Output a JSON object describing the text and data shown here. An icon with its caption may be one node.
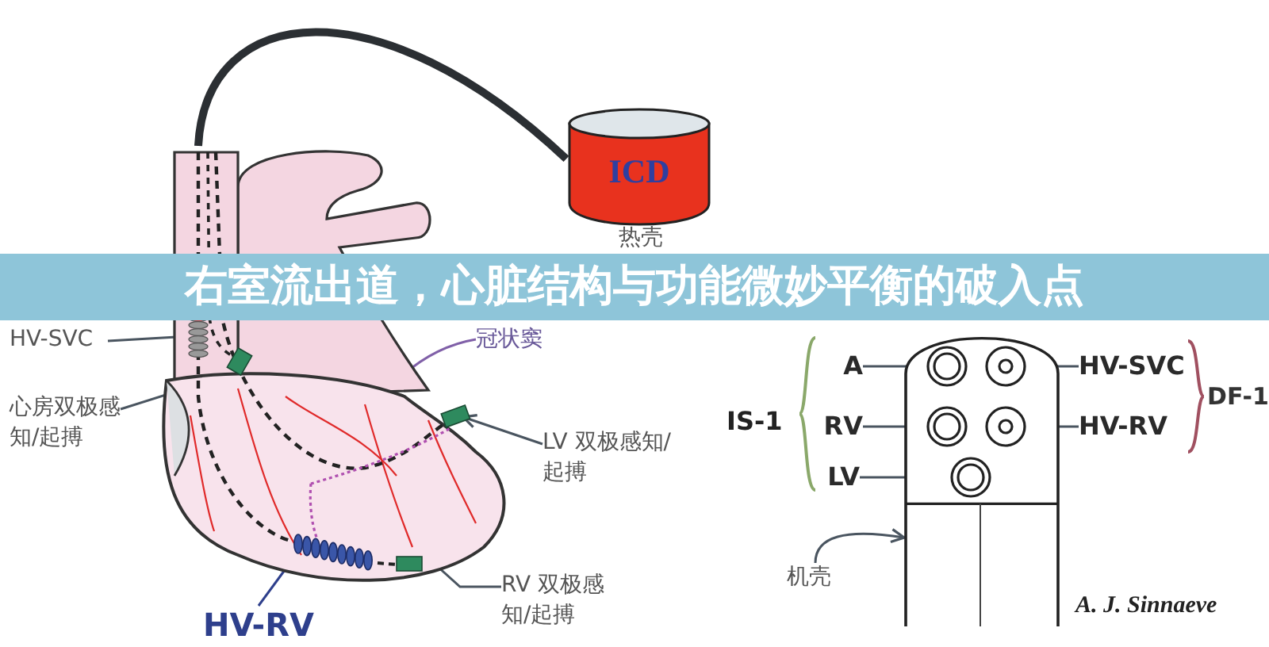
{
  "diagram": {
    "title": "右室流出道，心脏结构与功能微妙平衡的破入点",
    "nodes": [
      {
        "text": [
          "ICD"
        ],
        "beside": [
          "热壳"
        ]
      },
      {
        "text": [],
        "shape": "picture"
      },
      {
        "text": [
          "HV-SVC"
        ]
      },
      {
        "text": [
          "冠状窦"
        ]
      },
      {
        "text": [
          "心房双极感知/起搏"
        ]
      },
      {
        "text": [
          "LV 双极感知/起搏"
        ]
      },
      {
        "text": [
          "RV 双极感知/起搏"
        ]
      },
      {
        "text": [
          "HV-RV"
        ]
      },
      {
        "text": [],
        "shape": "box"
      },
      {
        "text": [],
        "shape": "circle",
        "in": 8
      },
      {
        "text": [],
        "shape": "circle",
        "in": 8
      },
      {
        "text": [],
        "shape": "circle",
        "in": 8
      },
      {
        "text": [],
        "shape": "circle",
        "in": 8
      },
      {
        "text": [],
        "shape": "circle",
        "in": 8
      },
      {
        "text": [
          "A"
        ]
      },
      {
        "text": [
          "HV-SVC"
        ]
      },
      {
        "text": [
          "RV"
        ]
      },
      {
        "text": [
          "HV-RV"
        ]
      },
      {
        "text": [
          "LV"
        ]
      },
      {
        "text": [
          "机壳"
        ]
      }
    ],
    "edges": [
      {
        "from": 0,
        "to": 1,
        "arrow": "none",
        "style": "thick"
      },
      {
        "from": 2,
        "to": 1,
        "arrow": "none"
      },
      {
        "from": 3,
        "to": 1,
        "arrow": "to",
        "color": "#8060a8"
      },
      {
        "from": 4,
        "to": 1,
        "arrow": "none"
      },
      {
        "from": 5,
        "to": 1,
        "arrow": "to"
      },
      {
        "from": 6,
        "to": 1,
        "arrow": "to"
      },
      {
        "from": 7,
        "to": 1,
        "arrow": "to",
        "color": "#2e3f8c"
      },
      {
        "from": 14,
        "to": 9,
        "arrow": "to"
      },
      {
        "from": 15,
        "to": 10,
        "arrow": "to"
      },
      {
        "from": 16,
        "to": 11,
        "arrow": "to"
      },
      {
        "from": 17,
        "to": 12,
        "arrow": "to"
      },
      {
        "from": 18,
        "to": 13,
        "arrow": "to"
      },
      {
        "from": 19,
        "to": 8,
        "arrow": "to"
      }
    ],
    "labels": [
      "IS-1",
      "DF-1",
      "A. J. Sinnaeve"
    ]
  }
}
